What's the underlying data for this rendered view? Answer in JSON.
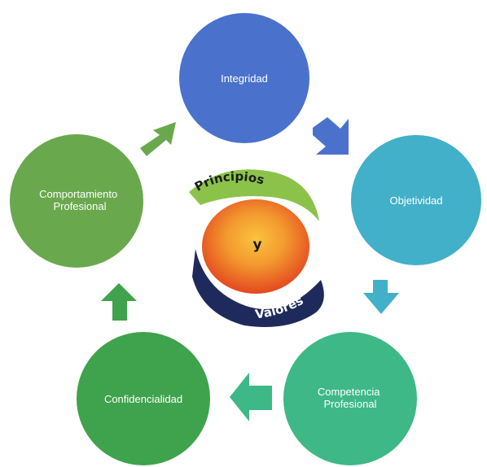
{
  "diagram": {
    "nodes": [
      {
        "id": "integridad",
        "lines": [
          "Integridad"
        ],
        "color": "#4a72cc"
      },
      {
        "id": "objetividad",
        "lines": [
          "Objetividad"
        ],
        "color": "#41b0c8"
      },
      {
        "id": "competencia",
        "lines": [
          "Competencia",
          "Profesional"
        ],
        "color": "#3eb886"
      },
      {
        "id": "confidencialidad",
        "lines": [
          "Confidencialidad"
        ],
        "color": "#3fa24c"
      },
      {
        "id": "comportamiento",
        "lines": [
          "Comportamiento",
          "Profesional"
        ],
        "color": "#6aa84e"
      }
    ],
    "arrow_colors": [
      "#4a72cc",
      "#41b0c8",
      "#3eb886",
      "#3fa24c",
      "#6aa84e"
    ],
    "center": {
      "top_word": "Principios",
      "middle_word": "y",
      "bottom_word": "Valores",
      "top_band_color": "#8bc34a",
      "bottom_band_color": "#1f2a5c",
      "core_color_outer": "#e8532a",
      "core_color_inner": "#f9a13a"
    }
  }
}
